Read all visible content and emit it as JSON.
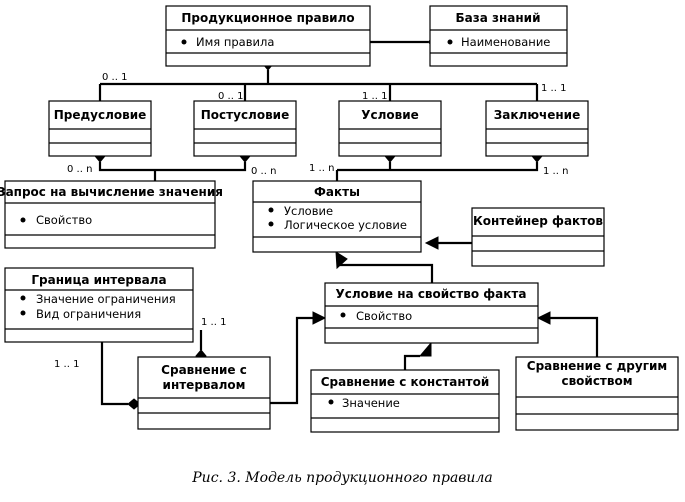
{
  "classes": {
    "prod_rule": {
      "title": "Продукционное правило",
      "attrs": [
        "Имя правила"
      ]
    },
    "knowledge_base": {
      "title": "База знаний",
      "attrs": [
        "Наименование"
      ]
    },
    "precondition": {
      "title": "Предусловие",
      "attrs": []
    },
    "postcondition": {
      "title": "Постусловие",
      "attrs": []
    },
    "condition": {
      "title": "Условие",
      "attrs": []
    },
    "conclusion": {
      "title": "Заключение",
      "attrs": []
    },
    "query": {
      "title": "Запрос на вычисление значения",
      "attrs": [
        "Свойство"
      ]
    },
    "facts": {
      "title": "Факты",
      "attrs": [
        "Условие",
        "Логическое условие"
      ]
    },
    "fact_container": {
      "title": "Контейнер фактов",
      "attrs": []
    },
    "interval_bound": {
      "title": "Граница интервала",
      "attrs": [
        "Значение ограничения",
        "Вид ограничения"
      ]
    },
    "fact_prop_condition": {
      "title": "Условие на свойство факта",
      "attrs": [
        "Свойство"
      ]
    },
    "compare_interval": {
      "title": "Сравнение с интервалом",
      "title_lines": [
        "Сравнение с",
        "интервалом"
      ],
      "attrs": []
    },
    "compare_constant": {
      "title": "Сравнение с константой",
      "attrs": [
        "Значение"
      ]
    },
    "compare_other": {
      "title": "Сравнение с другим свойством",
      "title_lines": [
        "Сравнение с другим",
        "свойством"
      ],
      "attrs": []
    }
  },
  "multiplicities": {
    "m_pre": "0 .. 1",
    "m_post": "0 .. 1",
    "m_cond": "1 .. 1",
    "m_concl": "1 .. 1",
    "m_query_left": "0 .. n",
    "m_query_right": "0 .. n",
    "m_facts_left": "1 .. n",
    "m_facts_right": "1 .. n",
    "m_bound_top": "1 .. 1",
    "m_bound_left": "1 .. 1"
  },
  "caption": "Рис. 3. Модель продукционного правила"
}
